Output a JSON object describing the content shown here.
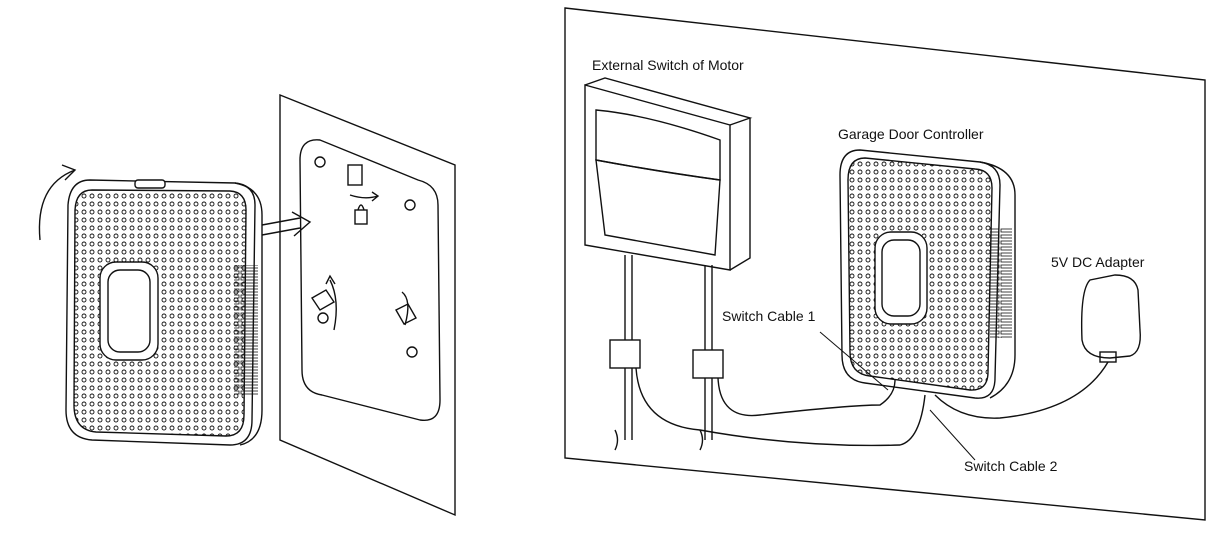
{
  "labels": {
    "external_switch": "External Switch of Motor",
    "controller": "Garage Door Controller",
    "adapter": "5V DC Adapter",
    "cable1": "Switch Cable 1",
    "cable2": "Switch Cable 2"
  },
  "colors": {
    "line": "#111111",
    "background": "#ffffff"
  }
}
